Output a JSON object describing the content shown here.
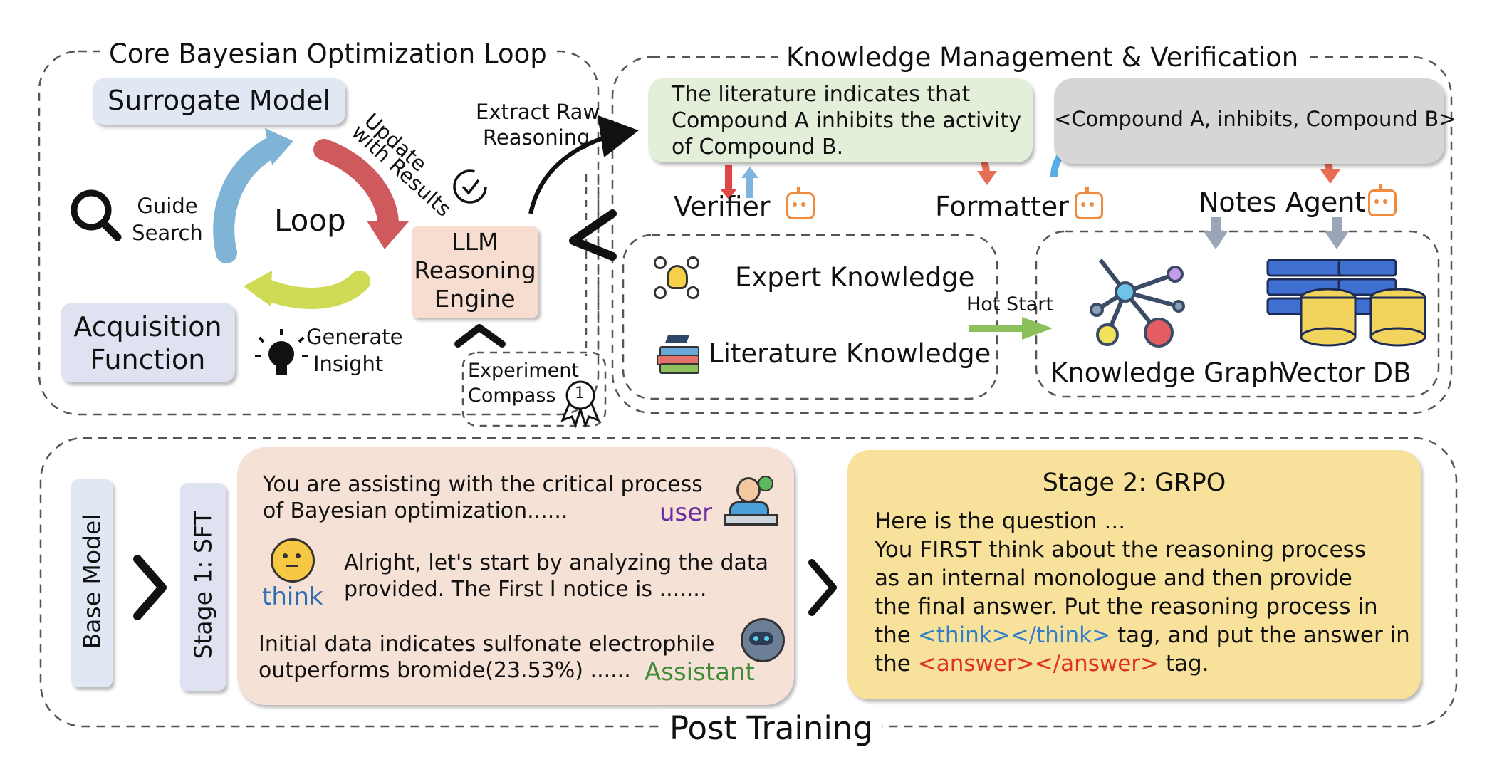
{
  "core_loop": {
    "title": "Core Bayesian Optimization Loop",
    "surrogate": "Surrogate Model",
    "acquisition_line1": "Acquisition",
    "acquisition_line2": "Function",
    "loop": "Loop",
    "guide_line1": "Guide",
    "guide_line2": "Search",
    "update_line1": "Update",
    "update_line2": "with Results",
    "generate_line1": "Generate",
    "generate_line2": "Insight",
    "llm_line1": "LLM",
    "llm_line2": "Reasoning",
    "llm_line3": "Engine",
    "extract_line1": "Extract Raw",
    "extract_line2": "Reasoning",
    "compass_line1": "Experiment",
    "compass_line2": "Compass",
    "compass_badge": "1"
  },
  "knowledge": {
    "title": "Knowledge Management & Verification",
    "literature_line1": "The literature indicates that",
    "literature_line2": "Compound A inhibits the activity",
    "literature_line3": "of Compound B.",
    "triple": "<Compound A, inhibits, Compound B>",
    "verifier": "Verifier",
    "formatter": "Formatter",
    "notes_agent": "Notes Agent",
    "expert": "Expert Knowledge",
    "literature": "Literature Knowledge",
    "hot_start": "Hot Start",
    "kg": "Knowledge Graph",
    "vdb": "Vector DB"
  },
  "post_training": {
    "title": "Post Training",
    "base_model": "Base Model",
    "stage1": "Stage 1: SFT",
    "user_msg_line1": "You are assisting with the critical process",
    "user_msg_line2": "of Bayesian optimization......",
    "user_tag": "user",
    "think_msg_line1": "Alright, let's start by analyzing the data",
    "think_msg_line2": "provided. The First I notice is .......",
    "think_tag": "think",
    "assistant_msg_line1": "Initial data indicates sulfonate electrophile",
    "assistant_msg_line2": "outperforms bromide(23.53%) ......",
    "assistant_tag": "Assistant",
    "stage2_title": "Stage 2: GRPO",
    "stage2_line1": "Here is the question ...",
    "stage2_line2": "You FIRST think about the reasoning process",
    "stage2_line3": "as an internal monologue and then provide",
    "stage2_line4": "the final answer. Put the reasoning process in",
    "stage2_line5_pre": "the ",
    "stage2_line5_tag": "<think></think>",
    "stage2_line5_post": " tag, and put the answer in",
    "stage2_line6_pre": "the ",
    "stage2_line6_tag": "<answer></answer>",
    "stage2_line6_post": " tag."
  },
  "colors": {
    "surrogate_bg": "#dfe8f3",
    "acquisition_bg": "#dfe3f1",
    "llm_bg": "#f6ddd0",
    "literature_bg": "#e3efd9",
    "triple_bg": "#d6d6d6",
    "sft_bg": "#f6e1d6",
    "grpo_bg": "#f8e29b",
    "user_tag": "#6a2ca0",
    "think_tag": "#2c6db4",
    "assistant_tag": "#3c8a34",
    "think_code": "#2f7fc9",
    "answer_code": "#e03222"
  },
  "icons": [
    "magnifier-icon",
    "lightbulb-icon",
    "refresh-check-icon",
    "award-badge-icon",
    "robot-icon",
    "experts-icon",
    "books-icon",
    "knowledge-graph-icon",
    "database-icon",
    "user-laptop-icon",
    "thinking-face-icon",
    "assistant-robot-icon"
  ]
}
